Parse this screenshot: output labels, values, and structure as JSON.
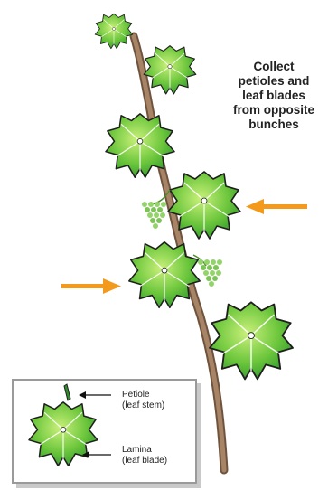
{
  "instruction": {
    "lines": [
      "Collect",
      "petioles and",
      "leaf blades",
      "from opposite",
      "bunches"
    ]
  },
  "legend": {
    "petiole": {
      "name": "Petiole",
      "detail": "(leaf stem)"
    },
    "lamina": {
      "name": "Lamina",
      "detail": "(leaf blade)"
    }
  },
  "colors": {
    "leaf_light": "#a7e05a",
    "leaf_dark": "#2e9a2a",
    "leaf_outline": "#1f1f1f",
    "stem": "#8a6a4f",
    "grape": "#93d46a",
    "arrow": "#f39a1c"
  }
}
